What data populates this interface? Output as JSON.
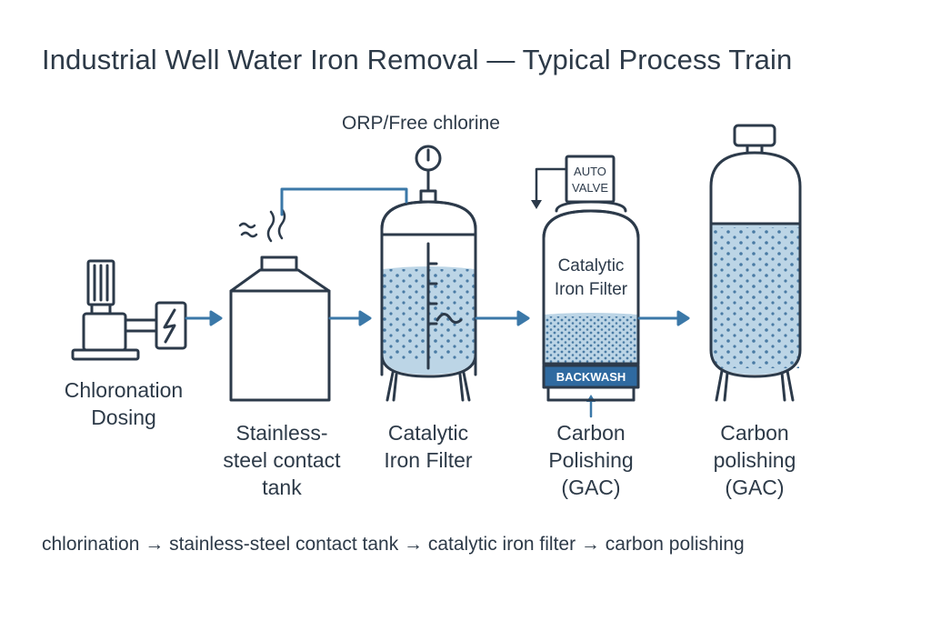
{
  "title": "Industrial Well Water Iron Removal — Typical Process Train",
  "orp_label": "ORP/Free chlorine",
  "auto_valve": [
    "AUTO",
    "VALVE"
  ],
  "inner_label": [
    "Catalytic",
    "Iron Filter"
  ],
  "backwash": "BACKWASH",
  "stages": [
    {
      "lines": [
        "Chloronation",
        "Dosing"
      ]
    },
    {
      "lines": [
        "Stainless-",
        "steel contact",
        "tank"
      ]
    },
    {
      "lines": [
        "Catalytic",
        "Iron Filter"
      ]
    },
    {
      "lines": [
        "Carbon",
        "Polishing",
        "(GAC)"
      ]
    },
    {
      "lines": [
        "Carbon",
        "polishing",
        "(GAC)"
      ]
    }
  ],
  "caption": "chlorination → stainless-steel contact tank → catalytic iron filter → carbon polishing",
  "colors": {
    "stroke": "#2c3a4a",
    "arrow": "#3b78a8",
    "water": "#bcd5e6",
    "media_dot": "#4a7ba4",
    "backwash_fill": "#2f6aa0"
  },
  "icons": [
    "pump-motor-icon",
    "lightning-controller-icon",
    "vapor-icon",
    "pressure-gauge-icon"
  ]
}
